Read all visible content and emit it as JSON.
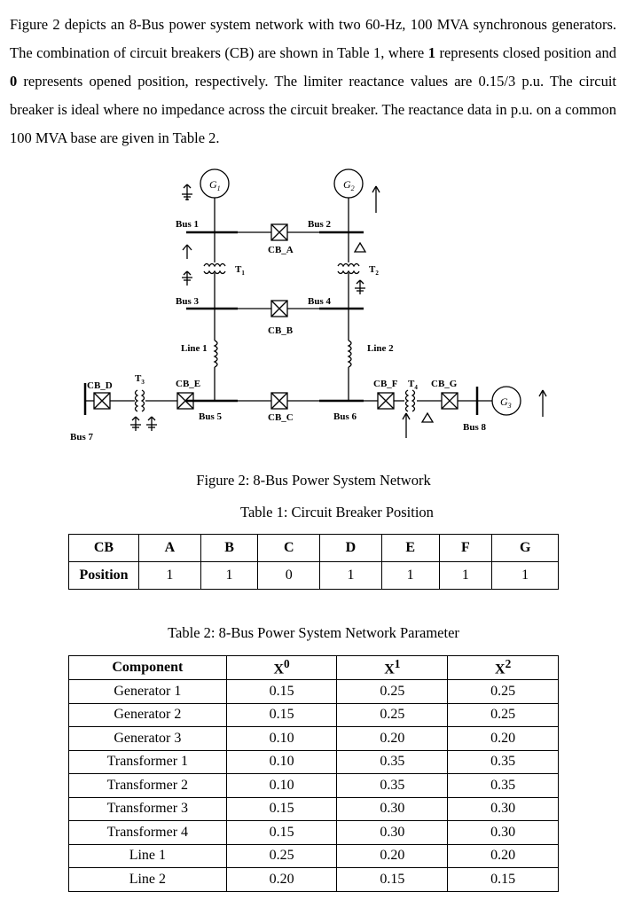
{
  "intro": {
    "part1": "Figure 2 depicts an 8-Bus power system network with two 60-Hz, 100 MVA synchronous generators. The combination of circuit breakers (CB) are shown in Table 1, where ",
    "bold1": "1",
    "part2": " represents closed position and ",
    "bold2": "0",
    "part3": " represents opened position, respectively. The limiter reactance values are 0.15/3 p.u. The circuit breaker is ideal where no impedance across the circuit breaker. The reactance data in p.u. on a common 100 MVA base are given in Table 2."
  },
  "diagram": {
    "g1_label": "G",
    "g1_sub": "1",
    "g2_label": "G",
    "g2_sub": "2",
    "g3_label": "G",
    "g3_sub": "3",
    "bus1": "Bus 1",
    "bus2": "Bus 2",
    "bus3": "Bus 3",
    "bus4": "Bus 4",
    "bus5": "Bus 5",
    "bus6": "Bus 6",
    "bus7": "Bus 7",
    "bus8": "Bus 8",
    "cb_a": "CB_A",
    "cb_b": "CB_B",
    "cb_c": "CB_C",
    "cb_d": "CB_D",
    "cb_e": "CB_E",
    "cb_f": "CB_F",
    "cb_g": "CB_G",
    "t1": "T",
    "t1_sub": "1",
    "t2": "T",
    "t2_sub": "2",
    "t3": "T",
    "t3_sub": "3",
    "t4": "T",
    "t4_sub": "4",
    "line1": "Line 1",
    "line2": "Line 2"
  },
  "figure_caption": "Figure 2: 8-Bus Power System Network",
  "table1": {
    "caption": "Table 1: Circuit Breaker Position",
    "row_labels": [
      "CB",
      "Position"
    ],
    "breakers": [
      "A",
      "B",
      "C",
      "D",
      "E",
      "F",
      "G"
    ],
    "positions": [
      "1",
      "1",
      "0",
      "1",
      "1",
      "1",
      "1"
    ]
  },
  "table2": {
    "caption": "Table 2: 8-Bus Power System Network Parameter",
    "headers": [
      "Component",
      "X",
      "X",
      "X"
    ],
    "header_sups": [
      "",
      "0",
      "1",
      "2"
    ],
    "rows": [
      [
        "Generator 1",
        "0.15",
        "0.25",
        "0.25"
      ],
      [
        "Generator 2",
        "0.15",
        "0.25",
        "0.25"
      ],
      [
        "Generator 3",
        "0.10",
        "0.20",
        "0.20"
      ],
      [
        "Transformer 1",
        "0.10",
        "0.35",
        "0.35"
      ],
      [
        "Transformer 2",
        "0.10",
        "0.35",
        "0.35"
      ],
      [
        "Transformer 3",
        "0.15",
        "0.30",
        "0.30"
      ],
      [
        "Transformer 4",
        "0.15",
        "0.30",
        "0.30"
      ],
      [
        "Line 1",
        "0.25",
        "0.20",
        "0.20"
      ],
      [
        "Line 2",
        "0.20",
        "0.15",
        "0.15"
      ]
    ]
  }
}
